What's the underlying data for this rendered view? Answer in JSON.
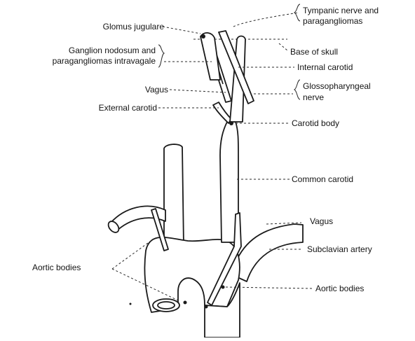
{
  "diagram": {
    "labels": {
      "glomus_jugulare": "Glomus jugulare",
      "tympanic_nerve_line1": "Tympanic nerve and",
      "tympanic_nerve_line2": "paragangliomas",
      "ganglion_nodosum_line1": "Ganglion nodosum and",
      "ganglion_nodosum_line2": "paragangliomas intravagale",
      "base_of_skull": "Base of skull",
      "internal_carotid": "Internal carotid",
      "vagus_upper": "Vagus",
      "glossopharyngeal_line1": "Glossopharyngeal",
      "glossopharyngeal_line2": "nerve",
      "external_carotid": "External carotid",
      "carotid_body": "Carotid body",
      "common_carotid": "Common carotid",
      "vagus_lower": "Vagus",
      "subclavian_artery": "Subclavian artery",
      "aortic_bodies_left": "Aortic bodies",
      "aortic_bodies_right": "Aortic bodies"
    }
  }
}
